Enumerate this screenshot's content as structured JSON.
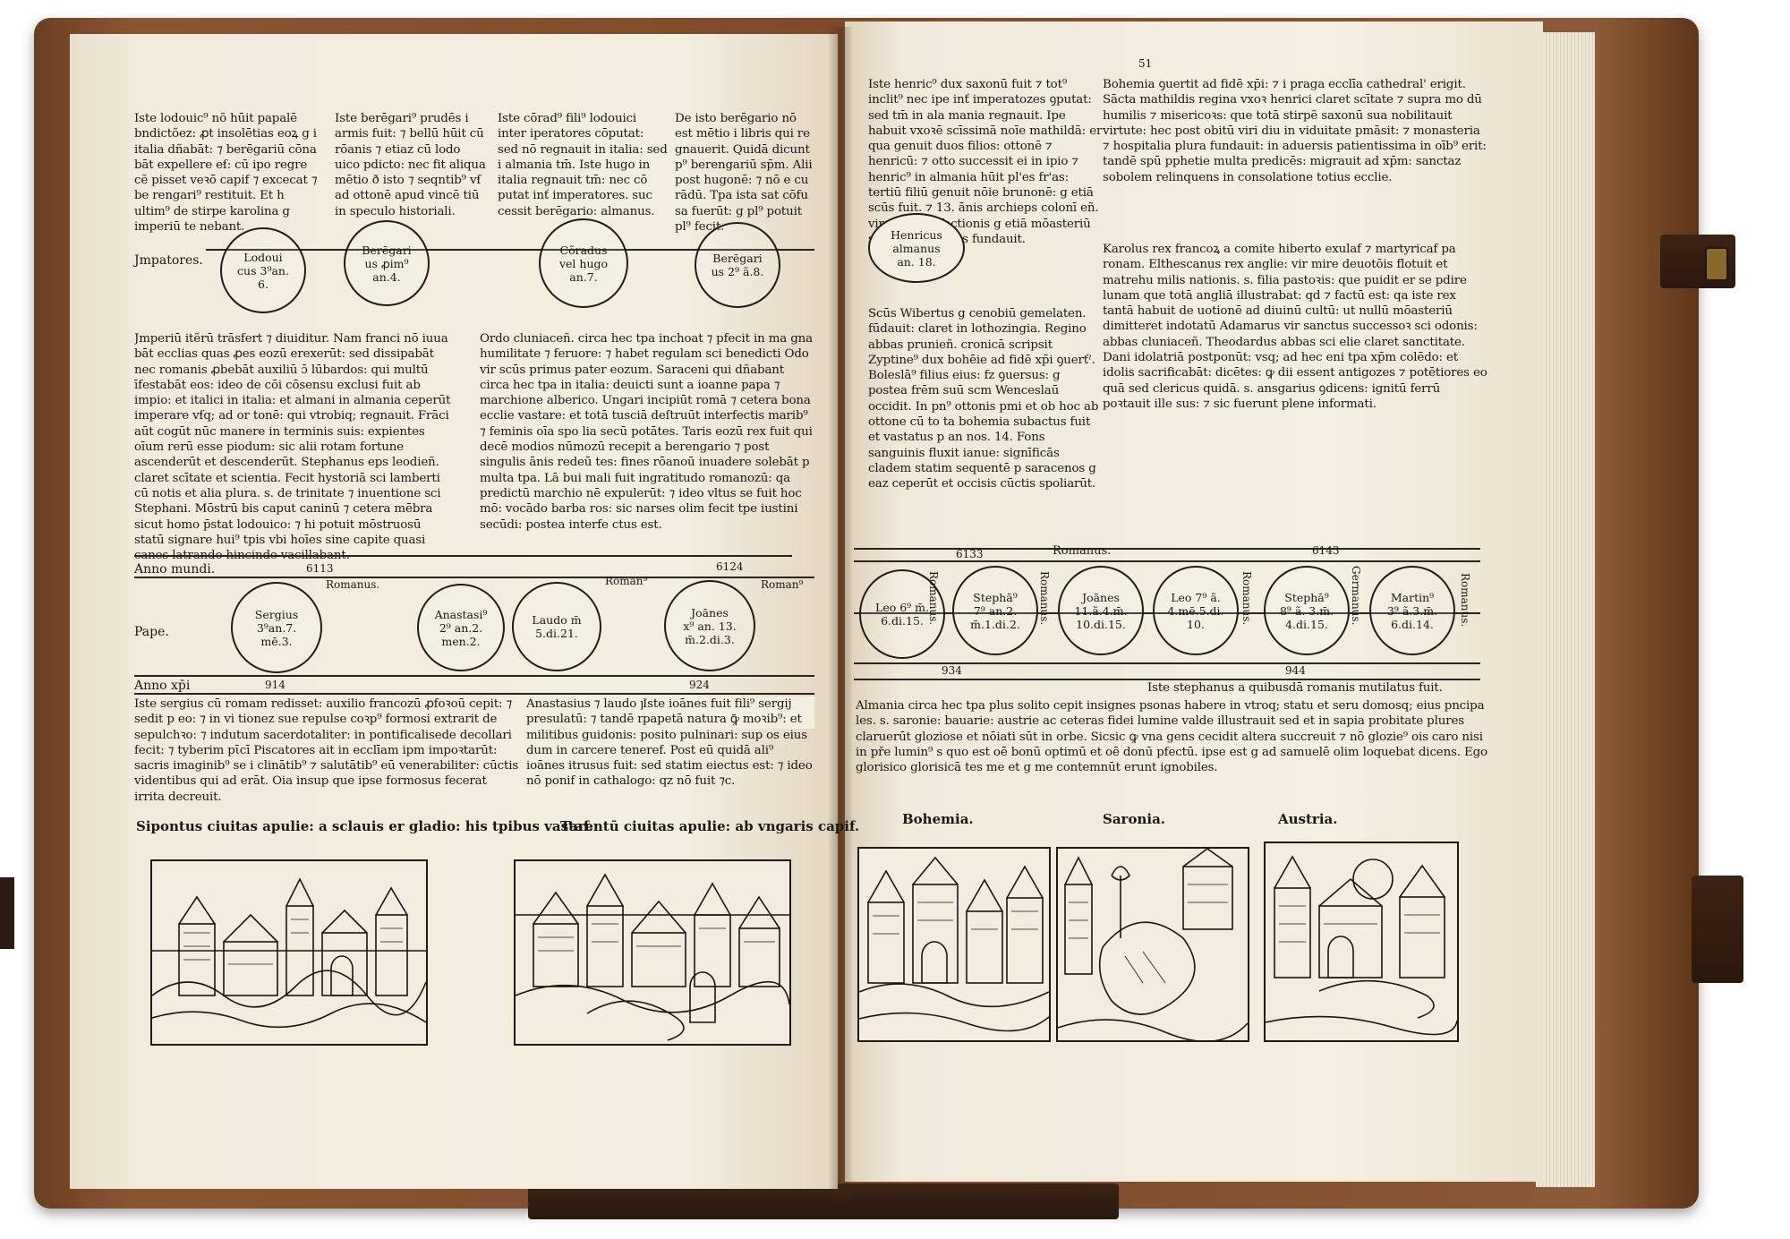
{
  "left_page": {
    "row1_columns": [
      "Iste lodouic⁹ nõ hūit papalē bndictõez: ꝓt insolētias eoꝝ g i italia dñabāt: ⁊ berēgariū cōna bāt expellere eẜ: cū ipo regre cẽ pisset veꝛō̄ capif ⁊ excecat ⁊ be rengari⁹ restituit. Et h ultim⁹ de stirpe karolina g imperiū te nebant.",
      "Iste berēgari⁹ prudēs i armis fuit: ⁊ bellū hūit cū rōanis ⁊ etiaz cū lodo uico pdicto: nec fit aliqua mētio ð isto ⁊ seqntib⁹ vẜ ad ottonē apud vincē tiū in speculo historiali.",
      "Iste cōrad⁹ fili⁹ lodouici inter iperatores cōputat: sed nō regnauit in italia: sed i almania tm̄. Iste hugo in italia regnauit tm̄: nec cō putat inť imperatores. suc cessit berēgario: almanus.",
      "De isto berēgario nō est mētio i libris qui re gnauerit. Quidā dicunt p⁹ berengariū sp̄m. Alii post hugonē: ⁊ nō e cu rādū. Tpa ista sat cōfu sa fuerūt: g pl⁹ potuit pl⁹ fecit."
    ],
    "emperors_label": "Jmpatores.",
    "emperors_medallions": [
      "Lodoui\ncus 3⁹an.\n6.",
      "Berēgari\nus ꝓim⁹\nan.4.",
      "Cõradus\nvel hugo\nan.7.",
      "Berēgari\nus 2⁹ ã.8."
    ],
    "row2_columns": [
      "Jmperiū itẽrū trāsfert ⁊ diuiditur. Nam franci nō iuua bāt ecclias quas ꝓes eozū erexerūt: sed dissipabāt nec romanis ꝓbebāt auxiliū ɔ̄ lūbardos: qui multū īfestabāt eos: ideo de cōi cōsensu exclusi fuit ab impio: et italici in italia: et almani in almania ceperūt imperare vẜq; ad or tonē: qui vtrobiq; regnauit. Frāci aūt cogūt nūc manere in terminis suis: expientes oīum rerū esse piodum: sic alii rotam fortune ascenderūt et descenderūt. Stephanus eps leodieñ. claret scītate et scientia. Fecit hystoriā sci lamberti cū notis et alia plura. s. de trinitate ⁊ inuentione sci Stephani. Mōstrū bis caput caninū ⁊ cetera mēbra sicut homo p̄stat lodouico: ⁊ hi potuit mōstruosū statū signare hui⁹ tpis vbi hoīes sine capite quasi canes latrando hincinde vacillabant.",
      "Ordo cluniaceñ. circa hec tpa inchoat ⁊ pfecit in ma gna humilitate ⁊ feruore: ⁊ habet regulam sci benedicti Odo vir scūs primus pater eozum. Saraceni qui dñabant circa hec tpa in italia: deuicti sunt a ioanne papa ⁊ marchione alberico. Ungari incipiūt romā ⁊ cetera bona ecclie vastare: et totā tusciā deſtruūt interfectis marib⁹ ⁊ feminis oīa spo lia secū potātes. Taris eozū rex fuit qui decē modios nūmozū recepit a berengario ⁊ post singulis ānis redeū tes: fines rōanoū inuadere solebāt p multa tpa. Lā bui mali fuit ingratitudo romanozū: qa predictū marchio nē expulerūt: ⁊ ideo vltus se fuit hoc mō: vocādo barba ros: sic narses olim fecit tpe iustini secūdi: postea interfe ctus est."
    ],
    "anno_mundi_label": "Anno mundi.",
    "anno_mundi_values": [
      "6113",
      "6124"
    ],
    "romanus_labels": [
      "Romanus.",
      "Roman⁹",
      "Roman⁹"
    ],
    "pape_label": "Pape.",
    "pape_medallions": [
      "Sergius\n3⁹an.7.\nmē.3.",
      "Anastasi⁹\n2⁹ an.2.\nmen.2.",
      "Laudo m̄\n5.di.21.",
      "Joānes\nx⁹ an. 13.\nm̄.2.di.3."
    ],
    "anno_xpi_label": "Anno xp̄i",
    "anno_xpi_values": [
      "914",
      "924"
    ],
    "row3_columns": [
      "Iste sergius cū romam redisset: auxilio francozū ꝓfoꝛoū cepit: ⁊ sedit p eo: ⁊ in vi tionez sue repulse coꝛp⁹ formosi extrarit de sepulchꝛo: ⁊ indutum sacerdotaliter: in pontificalisede decollari fecit: ⁊ tyberim pῑcī Piscatores ait in ecclīam ipm impoꝛtarūt: sacris imaginib⁹ se i clinātib⁹ ⁊ salutātib⁹ eū venerabiliter: cūctis videntibus qui ad erāt. Oia insup que ipse formosus fecerat irrita decreuit.",
      "Anastasius ⁊ laudo parū pfecerūt. rapuit presulatū: ⁊ tandē miserabiliter occiditur a militibus guidonis: posito pulninari: sup os eius dum in carcere teneref. Post eū quidā ali⁹ ioānes itrusus fuit: sed statim eiectus est: ⁊ ideo nō ponif in cathalogo: qz nō fuit ⁊c.",
      "Iste ioānes fuit fili⁹ sergij papetā natura ꝙ̄ moꝛib⁹: et"
    ],
    "woodcut_captions": [
      "Sipontus ciuitas apulie: a sclauis er gladio: his tpibus vastaf.",
      "Tarentū ciuitas apulie: ab vngaris capif."
    ]
  },
  "right_page": {
    "folio": "51",
    "row1_columns": [
      "Iste henric⁹ dux saxonū fuit ⁊ tot⁹ inclit⁹ nec ipe inť imperatozes ꝯputat: sed tm̄ in ala mania regnauit. Ipe habuit vxoꝛē scīssimā noīe mathildā: er qua genuit duos filios: ottonē ⁊ henricū: ⁊ otto successit ei in ipio ⁊ henric⁹ in almania hūit pl'es fr'as: tertiū filiū genuit nōie brunonē: g etiā scūs fuit. ⁊ 13. ānis archieps colonī eñ. vir magne pfectionis g etiā mōasteriū sci pantha leonis fundauit.",
      "Bohemia ꝯuertit ad fidē xp̄i: ⁊ i praga ecclīa cathedral' erigit. Sācta mathildis regina vxoꝛ henrici claret scītate ⁊ supra mo dū humilis ⁊ misericoꝛs: que totā stirpẽ saxonū sua nobilitauit virtute: hec post obitū viri diu in viduitate pmāsit: ⁊ monasteria ⁊ hospitalia plura fundauit: in aduersis patientissima in oīb⁹ erit: tandē spū pphetie multa predicēs: migrauit ad xp̄m: sanctaz sobolem relinquens in consolatione totius ecclie."
    ],
    "henricus_medallion": "Henricus\nalmanus\nan. 18.",
    "row2_columns": [
      "Scūs Wibertus g cenobiū gemelaten. fūdauit: claret in lothozingia. Regino abbas prunieñ. cronicā scripsit Zyptine⁹ dux bohēie ad fidē xp̄i ꝯuerťˀ. Boleslā⁹ filius eius: fz ꝯuersus: g postea frēm suū scm Wenceslaū occidit. In pn⁹ ottonis pmi et ob hoc ab ottone cū to ta bohemia subactus fuit et vastatus p an nos. 14. Fons sanguinis fluxit ianue: signīficās cladem statim sequentē p saracenos g eaz ceperūt et occisis cūctis spoliarūt.",
      "Karolus rex francoꝝ a comite hiberto exulaf ⁊ martyricaf pa ronam. Elthescanus rex anglie: vir mire deuotōis flotuit et matrehu milis nationis. s. filia pastoꝛis: que puidit er se pdire lunam que totā angliā illustrabat: qd ⁊ factū est: qa iste rex tantā habuit de uotionē ad diuinū cultū: ut nullū mōasteriū dimitteret indotatū Adamarus vir sanctus successoꝛ sci odonis: abbas cluniaceñ. Theodardus abbas sci elie claret sanctitate. Dani idolatriā postponūt: vsq; ad hec eni tpa xp̄m colēdo: et idolis sacrificabāt: dicētes: ꝙ dii essent antigozes ⁊ potētiores eo quā sed clericus quidā. s. ansgarius ꝯdicens: ignitū ferrū poꝛtauit ille sus: ⁊ sic fuerunt plene informati."
    ],
    "anno_mundi_values": [
      "6133",
      "6143"
    ],
    "romanus_top": "Romanus.",
    "pope_medallions": [
      "Leo 6⁹ m̄.\n6.di.15.",
      "Stephā⁹\n7⁹ an.2.\nm̄.1.di.2.",
      "Joānes\n11.ã.4.m̄.\n10.di.15.",
      "Leo 7⁹ ã.\n4.mē.5.di.\n10.",
      "Stephā⁹\n8⁹ ã. 3.m̄.\n4.di.15.",
      "Martin⁹\n3⁹ ã.3.m̄.\n6.di.14."
    ],
    "vertical_labels": [
      "Romanus.",
      "Romanus.",
      "Romanus.",
      "Germanus.",
      "Romanus."
    ],
    "anno_xpi_values": [
      "934",
      "944"
    ],
    "stephanus_line": "Iste stephanus a quibusdā romanis mutilatus fuit.",
    "almania_text": "Almania circa hec tpa plus solito cepit insignes psonas habere in vtroq; statu et seru domosq; eius pncipa les. s. saronie: bauarie: austrie ac ceteras fidei lumine valde illustrauit sed et in sapia probitate plures claruerūt gloziose et nōiati sūt in orbe. Sicsic ꝙ vna gens cecidit altera succreuit ⁊ nō glozie⁹ ois caro nisi in pře lumin⁹ s quo est oē bonū optimū et oē donū pfectū. ipse est g ad samuelē olim loquebat dicens. Ego glorisico glorisicā tes me et g me contemnūt erunt ignobiles.",
    "woodcut_captions": [
      "Bohemia.",
      "Saronia.",
      "Austria."
    ]
  },
  "colors": {
    "leather": "#7a4a2a",
    "paper": "#f2ebdd",
    "ink": "#1a1614"
  }
}
